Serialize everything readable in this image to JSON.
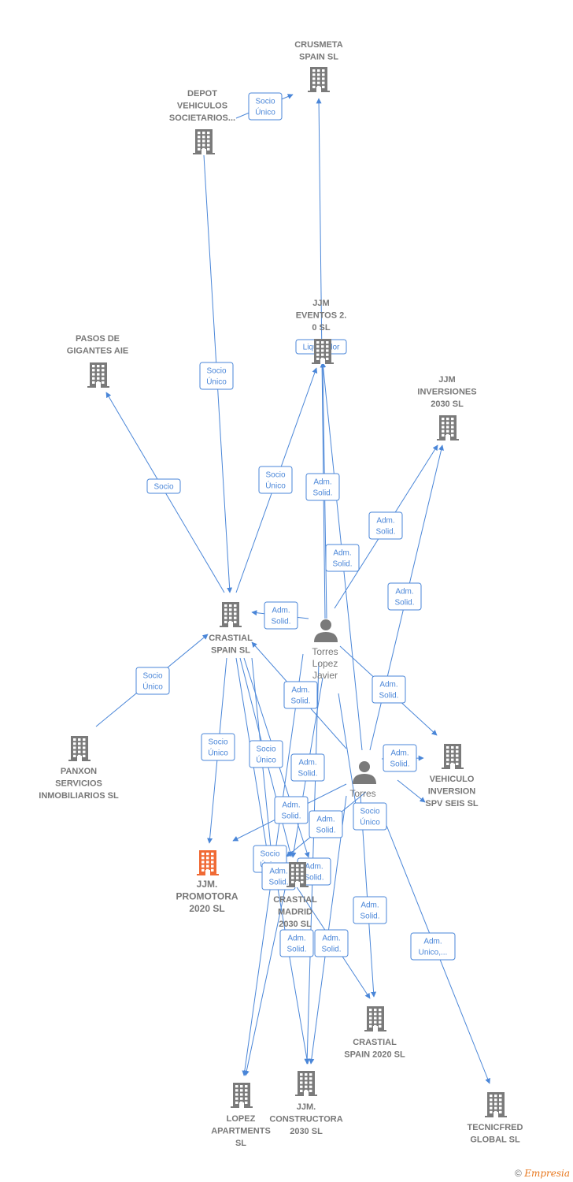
{
  "colors": {
    "edge": "#4a86d8",
    "node": "#7a7a7a",
    "focus": "#f06a35",
    "label": "#777777"
  },
  "nodes": [
    {
      "id": "crusmeta",
      "type": "company",
      "lines": [
        "CRUSMETA",
        "SPAIN  SL"
      ]
    },
    {
      "id": "depot",
      "type": "company",
      "lines": [
        "DEPOT",
        "VEHICULOS",
        "SOCIETARIOS..."
      ]
    },
    {
      "id": "jjmeventos",
      "type": "company",
      "lines": [
        "JJM",
        "EVENTOS 2.",
        "0  SL"
      ]
    },
    {
      "id": "pasos",
      "type": "company",
      "lines": [
        "PASOS DE",
        "GIGANTES AIE"
      ]
    },
    {
      "id": "jjminv",
      "type": "company",
      "lines": [
        "JJM",
        "INVERSIONES",
        "2030  SL"
      ]
    },
    {
      "id": "crastial",
      "type": "company",
      "lines": [
        "CRASTIAL",
        "SPAIN  SL"
      ]
    },
    {
      "id": "torresj",
      "type": "person",
      "lines": [
        "Torres",
        "Lopez",
        "Javier"
      ]
    },
    {
      "id": "panxon",
      "type": "company",
      "lines": [
        "PANXON",
        "SERVICIOS",
        "INMOBILIARIOS SL"
      ]
    },
    {
      "id": "torres2",
      "type": "person",
      "lines": [
        "Torres"
      ]
    },
    {
      "id": "vehiculo",
      "type": "company",
      "lines": [
        "VEHICULO",
        "INVERSION",
        "SPV SEIS  SL"
      ]
    },
    {
      "id": "jjmpromo",
      "type": "focus",
      "lines": [
        "JJM.",
        "PROMOTORA",
        "2020  SL"
      ]
    },
    {
      "id": "crastialmad",
      "type": "company",
      "lines": [
        "CRASTIAL",
        "MADRID",
        "2030  SL"
      ]
    },
    {
      "id": "crastial2020",
      "type": "company",
      "lines": [
        "CRASTIAL",
        "SPAIN 2020  SL"
      ]
    },
    {
      "id": "lopez",
      "type": "company",
      "lines": [
        "LOPEZ",
        "APARTMENTS",
        "SL"
      ]
    },
    {
      "id": "jjmcons",
      "type": "company",
      "lines": [
        "JJM.",
        "CONSTRUCTORA",
        "2030  SL"
      ]
    },
    {
      "id": "tecnicfred",
      "type": "company",
      "lines": [
        "TECNICFRED",
        "GLOBAL  SL"
      ]
    }
  ],
  "edges": [
    {
      "label": [
        "Socio",
        "Único"
      ]
    },
    {
      "label": [
        "Socio",
        "Único"
      ]
    },
    {
      "label": [
        "Liquidador"
      ]
    },
    {
      "label": [
        "Socio"
      ]
    },
    {
      "label": [
        "Socio",
        "Único"
      ]
    },
    {
      "label": [
        "Adm.",
        "Solid."
      ]
    },
    {
      "label": [
        "Adm.",
        "Solid."
      ]
    },
    {
      "label": [
        "Adm.",
        "Solid."
      ]
    },
    {
      "label": [
        "Adm.",
        "Solid."
      ]
    },
    {
      "label": [
        "Adm.",
        "Solid."
      ]
    },
    {
      "label": [
        "Socio",
        "Único"
      ]
    },
    {
      "label": [
        "Adm.",
        "Solid."
      ]
    },
    {
      "label": [
        "Adm.",
        "Solid."
      ]
    },
    {
      "label": [
        "Socio",
        "Único"
      ]
    },
    {
      "label": [
        "Socio",
        "Único"
      ]
    },
    {
      "label": [
        "Adm.",
        "Solid."
      ]
    },
    {
      "label": [
        "Adm.",
        "Solid."
      ]
    },
    {
      "label": [
        "Socio",
        "Único"
      ]
    },
    {
      "label": [
        "Adm.",
        "Solid."
      ]
    },
    {
      "label": [
        "Adm.",
        "Solid."
      ]
    },
    {
      "label": [
        "Socio",
        "Único"
      ]
    },
    {
      "label": [
        "Adm.",
        "Solid."
      ]
    },
    {
      "label": [
        "Adm.",
        "Solid."
      ]
    },
    {
      "label": [
        "Adm.",
        "Solid."
      ]
    },
    {
      "label": [
        "Adm.",
        "Solid."
      ]
    },
    {
      "label": [
        "Adm.",
        "Solid."
      ]
    },
    {
      "label": [
        "Adm.",
        "Unico,..."
      ]
    },
    {
      "label": []
    },
    {
      "label": []
    },
    {
      "label": []
    },
    {
      "label": []
    },
    {
      "label": []
    }
  ],
  "brand": {
    "symbol": "©",
    "name": "Empresia"
  }
}
